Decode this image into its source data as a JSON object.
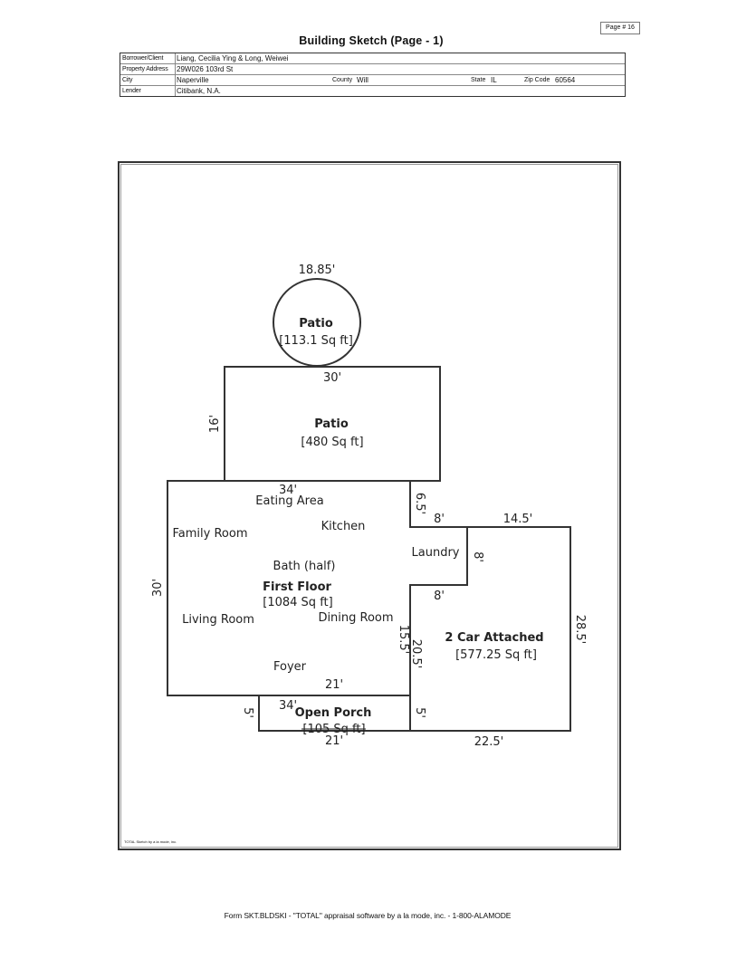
{
  "header": {
    "page_number": "Page # 16",
    "title": "Building Sketch (Page - 1)"
  },
  "info": {
    "borrower_label": "Borrower/Client",
    "borrower_value": "Liang, Cecilia Ying & Long, Weiwei",
    "address_label": "Property Address",
    "address_value": "29W026 103rd St",
    "city_label": "City",
    "city_value": "Naperville",
    "county_label": "County",
    "county_value": "Will",
    "state_label": "State",
    "state_value": "IL",
    "zip_label": "Zip Code",
    "zip_value": "60564",
    "lender_label": "Lender",
    "lender_value": "Citibank, N.A."
  },
  "sketch": {
    "patio_circle": {
      "name": "Patio",
      "area": "[113.1 Sq ft]",
      "dim": "18.85'"
    },
    "patio_rect": {
      "name": "Patio",
      "area": "[480 Sq ft]",
      "dim_top": "30'",
      "dim_side": "16'"
    },
    "first_floor": {
      "name": "First Floor",
      "area": "[1084 Sq ft]",
      "dim_top": "34'",
      "dim_left": "30'",
      "dim_bottom": "21'",
      "dim_notch_v": "6.5'",
      "dim_notch_h": "8'",
      "dim_laundry": "8'",
      "dim_step": "8'",
      "dim_inner": "15.5'",
      "rooms": {
        "eating_area": "Eating Area",
        "kitchen": "Kitchen",
        "family_room": "Family Room",
        "laundry": "Laundry",
        "bath": "Bath (half)",
        "living_room": "Living Room",
        "dining_room": "Dining Room",
        "foyer": "Foyer"
      }
    },
    "garage": {
      "name": "2 Car Attached",
      "area": "[577.25 Sq ft]",
      "dim_top": "14.5'",
      "dim_right": "28.5'",
      "dim_inner": "20.5'",
      "dim_bottom": "22.5'"
    },
    "porch": {
      "name": "Open Porch",
      "area": "[105 Sq ft]",
      "dim_top": "34'",
      "dim_bottom": "21'",
      "dim_left": "5'",
      "dim_right": "5'"
    },
    "credit": "TOTAL Sketch by a la mode, inc."
  },
  "footer": {
    "text": "Form SKT.BLDSKI - \"TOTAL\" appraisal software by a la mode, inc. - 1-800-ALAMODE"
  }
}
